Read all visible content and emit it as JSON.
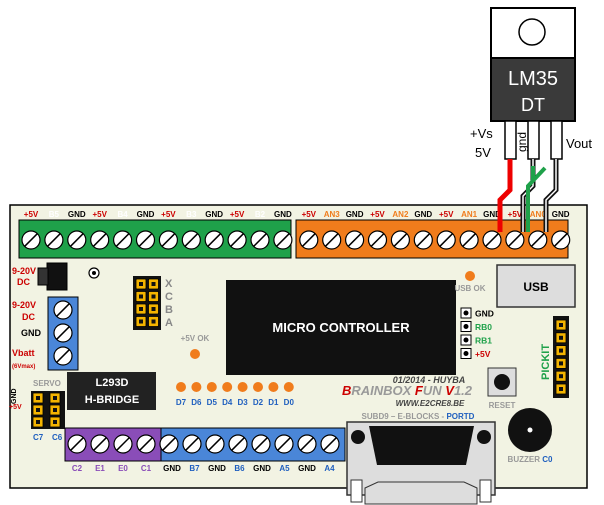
{
  "sensor": {
    "name_line1": "LM35",
    "name_line2": "DT",
    "pin_vs": "+Vs",
    "pin_5v": "5V",
    "pin_gnd": "gnd",
    "pin_vout": "Vout"
  },
  "top_header": {
    "green_labels": [
      "+5V",
      "B5",
      "GND",
      "+5V",
      "B4",
      "GND",
      "+5V",
      "B3",
      "GND",
      "+5V",
      "B2",
      "GND"
    ],
    "orange_labels": [
      "+5V",
      "AN3",
      "GND",
      "+5V",
      "AN2",
      "GND",
      "+5V",
      "AN1",
      "GND",
      "+5V",
      "AN0",
      "GND"
    ]
  },
  "left": {
    "dc_label": "9-20V DC",
    "blue_labels": [
      "9-20V DC",
      "GND",
      "Vbatt",
      "(6Vmax)"
    ],
    "servo": "SERVO",
    "servo_pins": [
      "GND",
      "+5V"
    ],
    "servo_cols": [
      "C7",
      "C6"
    ]
  },
  "xcba": [
    "X",
    "C",
    "B",
    "A"
  ],
  "mcu_label": "MICRO CONTROLLER",
  "usb_label": "USB",
  "usb_ok": "USB OK",
  "plus5v_ok": "+5V OK",
  "hbridge": [
    "L293D",
    "H-BRIDGE"
  ],
  "leds": [
    "D7",
    "D6",
    "D5",
    "D4",
    "D3",
    "D2",
    "D1",
    "D0"
  ],
  "side_pins": [
    "GND",
    "RB0",
    "RB1",
    "+5V"
  ],
  "pickit": "PICKIT",
  "brand": {
    "date": "01/2014 - HUYBA",
    "name_a": "B",
    "name_b": "RAINBOX ",
    "name_c": "F",
    "name_d": "UN ",
    "name_e": "V",
    "name_f": "1.2",
    "url": "WWW.E2CRE8.BE"
  },
  "reset": "RESET",
  "subd": {
    "text": "SUBD9 – E-BLOCKS - ",
    "port": "PORTD"
  },
  "buzzer": {
    "text": "BUZZER ",
    "pin": "C0"
  },
  "bottom": {
    "purple": [
      "C2",
      "E1",
      "E0",
      "C1"
    ],
    "blue": [
      "GND",
      "B7",
      "GND",
      "B6",
      "GND",
      "A5",
      "GND",
      "A4"
    ]
  }
}
